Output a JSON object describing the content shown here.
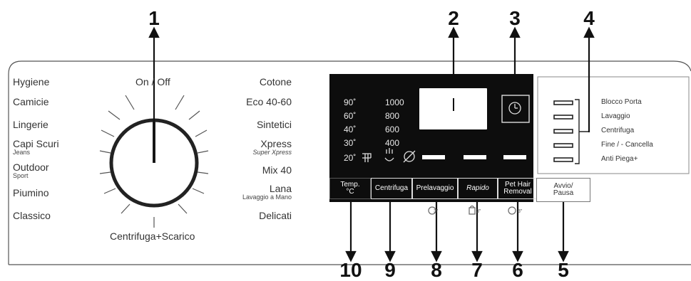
{
  "callouts": [
    "1",
    "2",
    "3",
    "4",
    "5",
    "6",
    "7",
    "8",
    "9",
    "10"
  ],
  "dial": {
    "top_label": "On / Off",
    "bottom_label": "Centrifuga+Scarico",
    "left_programs": [
      {
        "label": "Hygiene",
        "sub": ""
      },
      {
        "label": "Camicie",
        "sub": ""
      },
      {
        "label": "Lingerie",
        "sub": ""
      },
      {
        "label": "Capi Scuri",
        "sub": "Jeans"
      },
      {
        "label": "Outdoor",
        "sub": "Sport"
      },
      {
        "label": "Piumino",
        "sub": ""
      },
      {
        "label": "Classico",
        "sub": ""
      }
    ],
    "right_programs": [
      {
        "label": "Cotone",
        "sub": ""
      },
      {
        "label": "Eco 40-60",
        "sub": ""
      },
      {
        "label": "Sintetici",
        "sub": ""
      },
      {
        "label": "Xpress",
        "sub": "Super Xpress"
      },
      {
        "label": "Mix 40",
        "sub": ""
      },
      {
        "label": "Lana",
        "sub": "Lavaggio a Mano"
      },
      {
        "label": "Delicati",
        "sub": ""
      }
    ]
  },
  "display": {
    "temps": [
      "90˚",
      "60˚",
      "40˚",
      "30˚",
      "20˚"
    ],
    "speeds": [
      "1000",
      "800",
      "600",
      "400"
    ]
  },
  "buttons": [
    {
      "id": "temp",
      "line1": "Temp.",
      "line2": "°C"
    },
    {
      "id": "centrifuga",
      "line1": "Centrifuga",
      "line2": ""
    },
    {
      "id": "prelavaggio",
      "line1": "Prelavaggio",
      "line2": ""
    },
    {
      "id": "rapido",
      "line1": "Rapido",
      "line2": ""
    },
    {
      "id": "pethair",
      "line1": "Pet Hair",
      "line2": "Removal"
    },
    {
      "id": "avvio",
      "line1": "Avvio/",
      "line2": "Pausa"
    }
  ],
  "status_labels": [
    "Blocco Porta",
    "Lavaggio",
    "Centrifuga",
    "Fine / - Cancella",
    "Anti Piega+"
  ],
  "button_sub_icons": [
    "3\"",
    "3\"",
    "3\""
  ],
  "colors": {
    "panel": "#0d0d0d",
    "line": "#555555",
    "text": "#222222"
  }
}
